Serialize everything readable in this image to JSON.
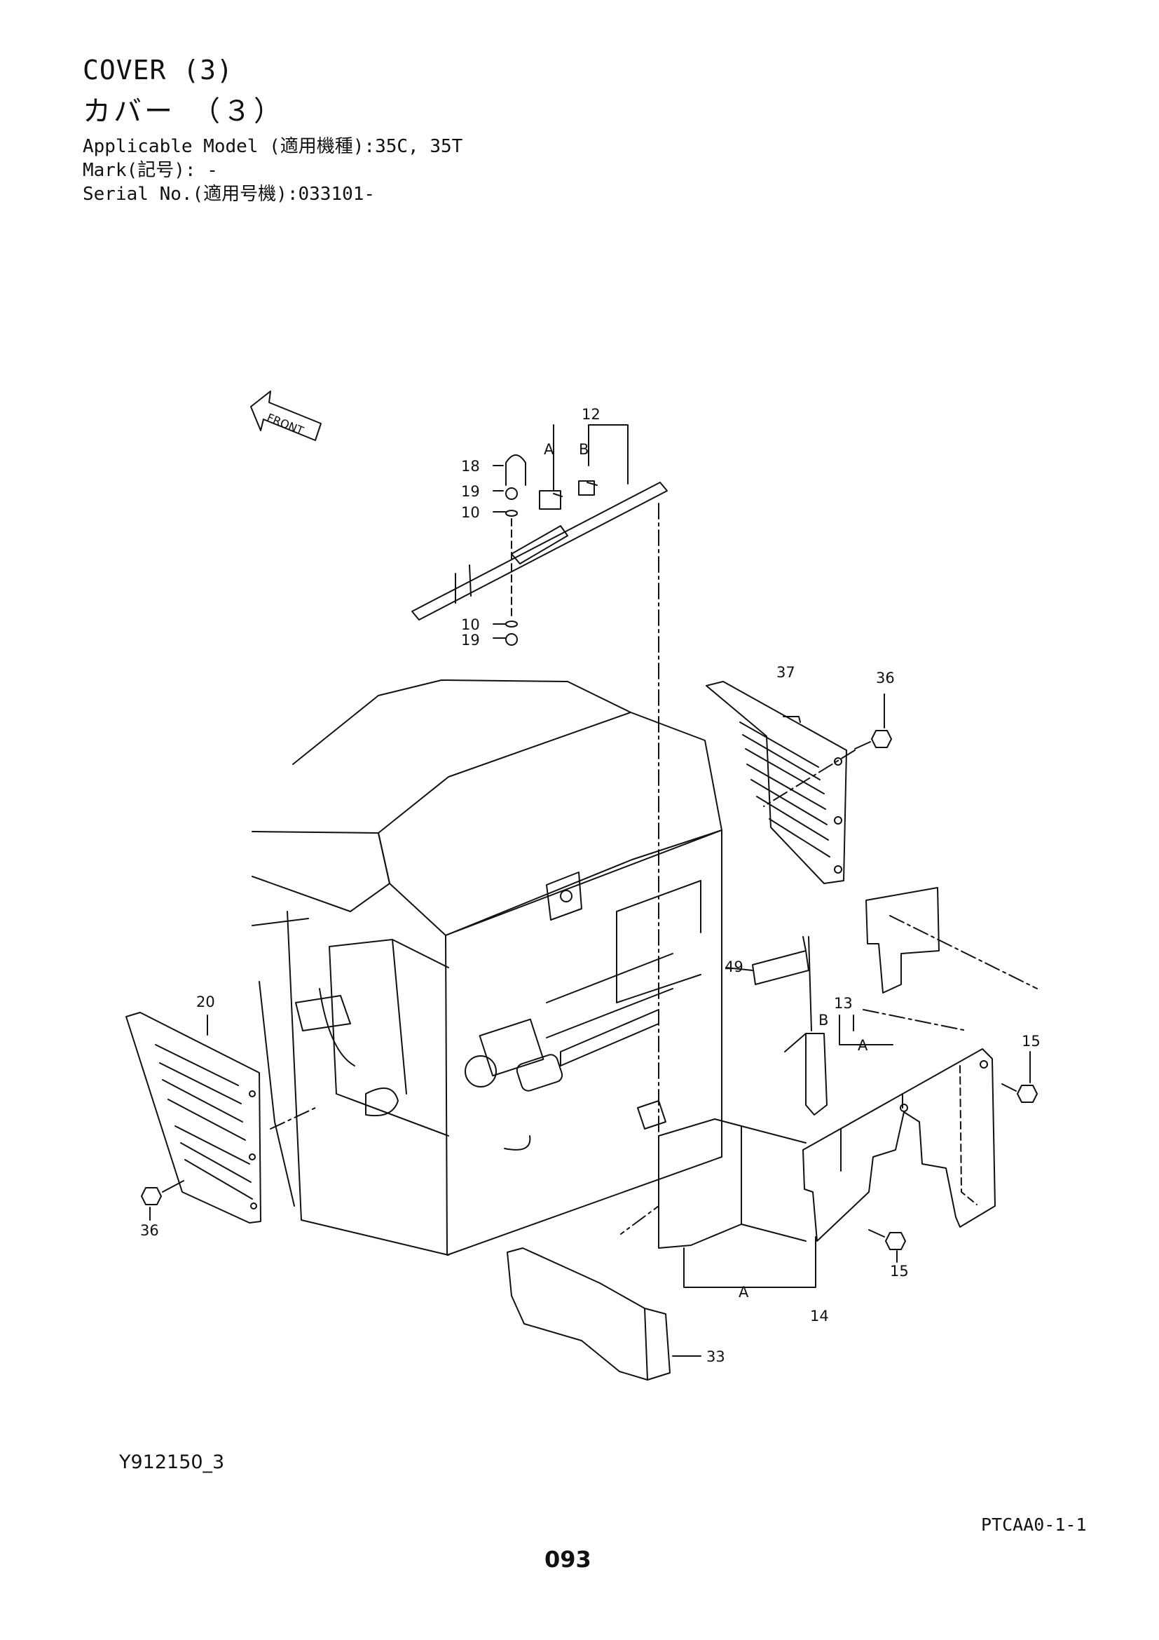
{
  "header": {
    "title_en": "COVER (3)",
    "title_ja": "カバー　（３）",
    "applicable_model": "Applicable Model (適用機種):35C, 35T",
    "mark": "Mark(記号): -",
    "serial_no": "Serial No.(適用号機):033101-"
  },
  "diagram": {
    "front_label": "FRONT",
    "callouts": {
      "c12": "12",
      "a1": "A",
      "b1": "B",
      "c18": "18",
      "c19a": "19",
      "c10a": "10",
      "c10b": "10",
      "c19b": "19",
      "c37": "37",
      "c36a": "36",
      "c20": "20",
      "c49": "49",
      "c13": "13",
      "b2": "B",
      "a2": "A",
      "c15a": "15",
      "c15b": "15",
      "c36b": "36",
      "a3": "A",
      "c14": "14",
      "c33": "33"
    }
  },
  "footer": {
    "figure_id": "Y912150_3",
    "doc_code": "PTCAA0-1-1",
    "page_number": "093"
  }
}
